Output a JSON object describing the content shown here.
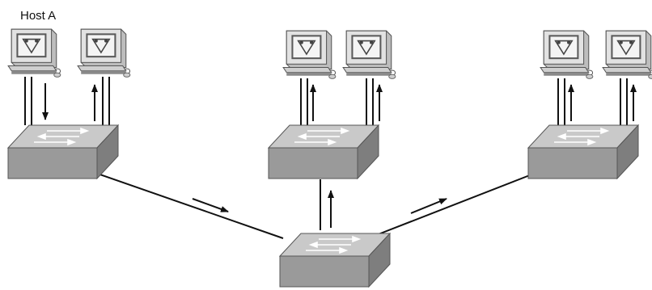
{
  "labels": {
    "host_a": "Host A"
  },
  "colors": {
    "switch_top": "#c9c9c9",
    "switch_front": "#9a9a9a",
    "switch_side": "#7e7e7e",
    "monitor_body": "#dcdcdc",
    "screen": "#f2f2f2",
    "line": "#111111"
  },
  "icons": {
    "host": "workstation-icon",
    "switch": "switch-icon"
  },
  "hosts": [
    {
      "id": "host-a",
      "switch": "switch-left",
      "traffic": "down"
    },
    {
      "id": "host-2",
      "switch": "switch-left",
      "traffic": "up"
    },
    {
      "id": "host-3",
      "switch": "switch-middle",
      "traffic": "up"
    },
    {
      "id": "host-4",
      "switch": "switch-middle",
      "traffic": "up"
    },
    {
      "id": "host-5",
      "switch": "switch-right",
      "traffic": "up"
    },
    {
      "id": "host-6",
      "switch": "switch-right",
      "traffic": "up"
    }
  ],
  "switches": [
    "switch-left",
    "switch-middle",
    "switch-right",
    "switch-bottom"
  ],
  "trunk_links": [
    {
      "from": "switch-left",
      "to": "switch-bottom",
      "direction": "toward-bottom"
    },
    {
      "from": "switch-bottom",
      "to": "switch-middle",
      "direction": "up"
    },
    {
      "from": "switch-bottom",
      "to": "switch-right",
      "direction": "toward-right"
    }
  ]
}
